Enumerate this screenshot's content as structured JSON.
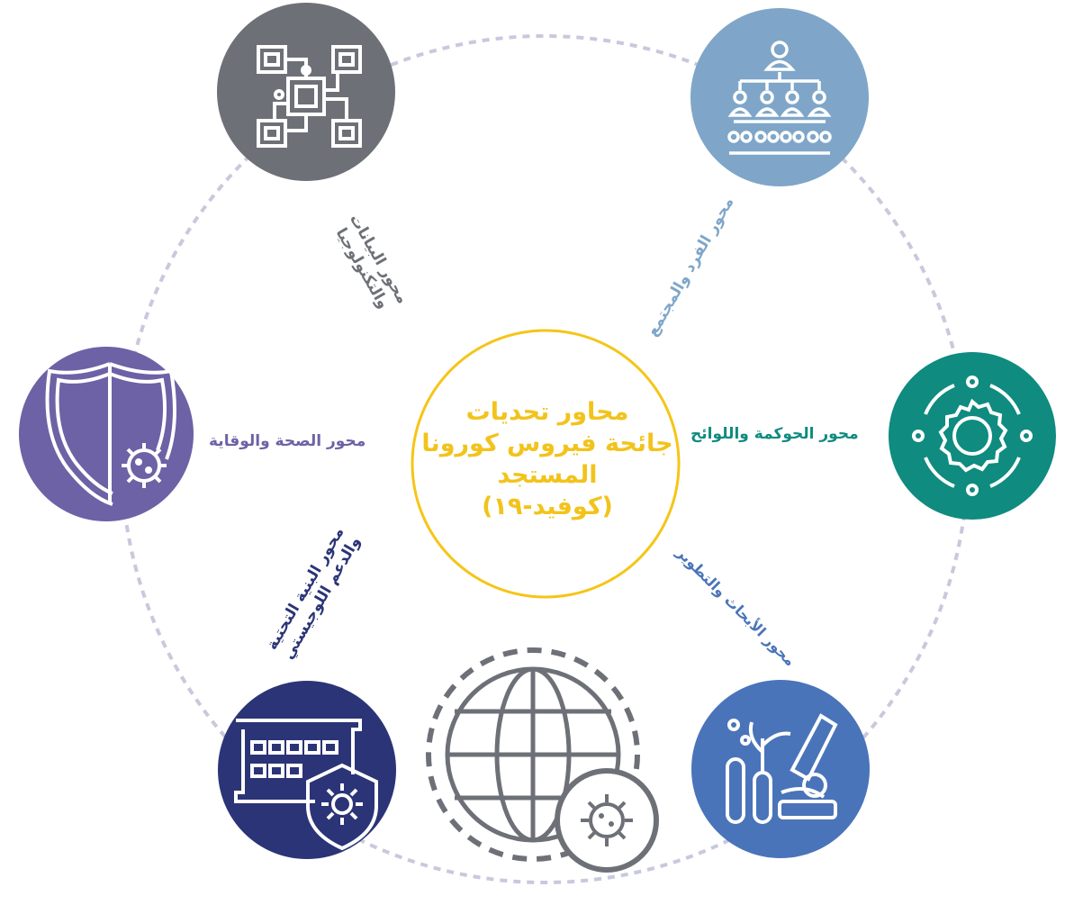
{
  "center": {
    "line1": "محاور تحديات",
    "line2": "جائحة فيروس كورونا",
    "line3": "المستجد",
    "line4": "(كوفيد-١٩)"
  },
  "nodes": {
    "individual": {
      "label": "محور الفرد والمجتمع",
      "color": "#7fa6c8",
      "icon": "hierarchy-people-icon"
    },
    "governance": {
      "label": "محور الحوكمة واللوائح",
      "color": "#0f8b80",
      "icon": "gear-cycle-icon"
    },
    "research": {
      "label": "محور الأبحاث والتطوير",
      "color": "#4a74b9",
      "icon": "microscope-lab-icon"
    },
    "infrastructure": {
      "line1": "محور البنية التحتية",
      "line2": "والدعم اللوجيستي",
      "color": "#2b3477",
      "icon": "building-virus-shield-icon"
    },
    "health": {
      "label": "محور الصحة والوقاية",
      "color": "#6c62a5",
      "icon": "shield-virus-icon"
    },
    "data": {
      "line1": "محور البيانات",
      "line2": "والتكنولوجيا",
      "color": "#6d7177",
      "icon": "circuit-chip-icon"
    }
  },
  "globe": {
    "icon": "globe-virus-icon",
    "color": "#6d7177"
  },
  "colors": {
    "ring": "#c9c8dd",
    "center_ring": "#f5c518"
  }
}
